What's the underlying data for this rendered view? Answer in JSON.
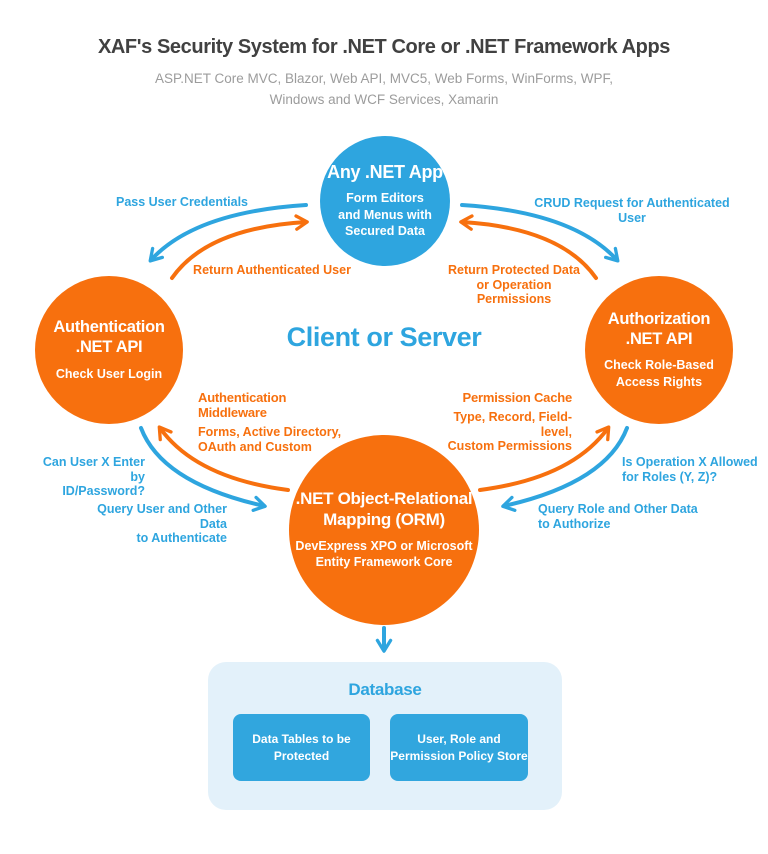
{
  "header": {
    "title": "XAF's Security System for .NET Core or .NET Framework Apps",
    "subtitle": "ASP.NET Core MVC, Blazor, Web API, MVC5, Web Forms, WinForms, WPF,\nWindows and WCF Services, Xamarin"
  },
  "center_label": "Client or Server",
  "nodes": {
    "app": {
      "title": "Any .NET App",
      "body": "Form Editors\nand Menus with\nSecured Data"
    },
    "authentication": {
      "title": "Authentication\n.NET API",
      "body": "Check User Login"
    },
    "authorization": {
      "title": "Authorization\n.NET API",
      "body": "Check Role-Based\nAccess Rights"
    },
    "orm": {
      "title": ".NET Object-Relational\nMapping (ORM)",
      "body": "DevExpress XPO or Microsoft\nEntity Framework Core"
    }
  },
  "flow_labels": {
    "pass_user_credentials": "Pass User Credentials",
    "return_authenticated_user": "Return Authenticated User",
    "crud_request": "CRUD Request for Authenticated User",
    "return_protected_data": "Return Protected Data\nor Operation Permissions",
    "can_user_enter": "Can User X Enter by\nID/Password?",
    "query_user": "Query User and Other Data\nto Authenticate",
    "is_operation_allowed": "Is Operation X Allowed\nfor Roles (Y, Z)?",
    "query_role": "Query Role and Other Data\nto Authorize"
  },
  "mid_notes": {
    "authentication_middleware": {
      "title": "Authentication Middleware",
      "body": "Forms, Active Directory,\nOAuth and Custom"
    },
    "permission_cache": {
      "title": "Permission Cache",
      "body": "Type, Record, Field-level,\nCustom Permissions"
    }
  },
  "database": {
    "title": "Database",
    "boxes": [
      "Data Tables to be\nProtected",
      "User, Role and\nPermission Policy Store"
    ]
  },
  "colors": {
    "blue": "#2EA5DF",
    "orange": "#F7700E",
    "panel_blue": "#E3F1FA",
    "box_blue": "#31A6DE",
    "title_gray": "#414141",
    "subtitle_gray": "#9C9C9C"
  }
}
